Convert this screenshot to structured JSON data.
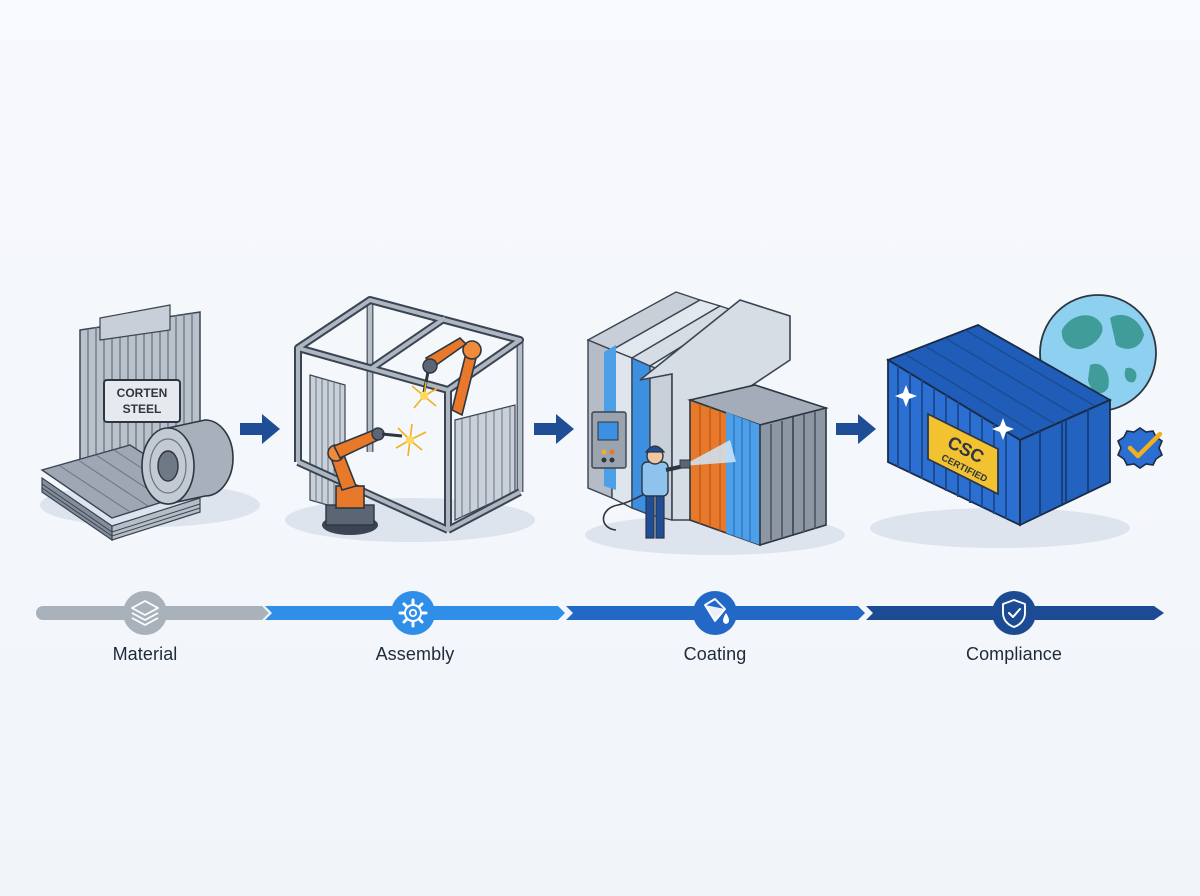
{
  "stages": [
    {
      "id": "material",
      "label": "Material",
      "icon": "layers-icon"
    },
    {
      "id": "assembly",
      "label": "Assembly",
      "icon": "gear-icon"
    },
    {
      "id": "coating",
      "label": "Coating",
      "icon": "paint-bucket-icon"
    },
    {
      "id": "compliance",
      "label": "Compliance",
      "icon": "shield-check-icon"
    }
  ],
  "illustrations": {
    "material_sign": [
      "CORTEN",
      "STEEL"
    ],
    "compliance_plate": [
      "CSC",
      "CERTIFIED"
    ]
  },
  "colors": {
    "material": "#a9b1bb",
    "assembly": "#2f8ee8",
    "coating": "#2368c7",
    "compliance": "#1c4b93",
    "robot_orange": "#e8782a",
    "container_blue": "#2a6fd1",
    "arrow": "#1f4e96"
  }
}
